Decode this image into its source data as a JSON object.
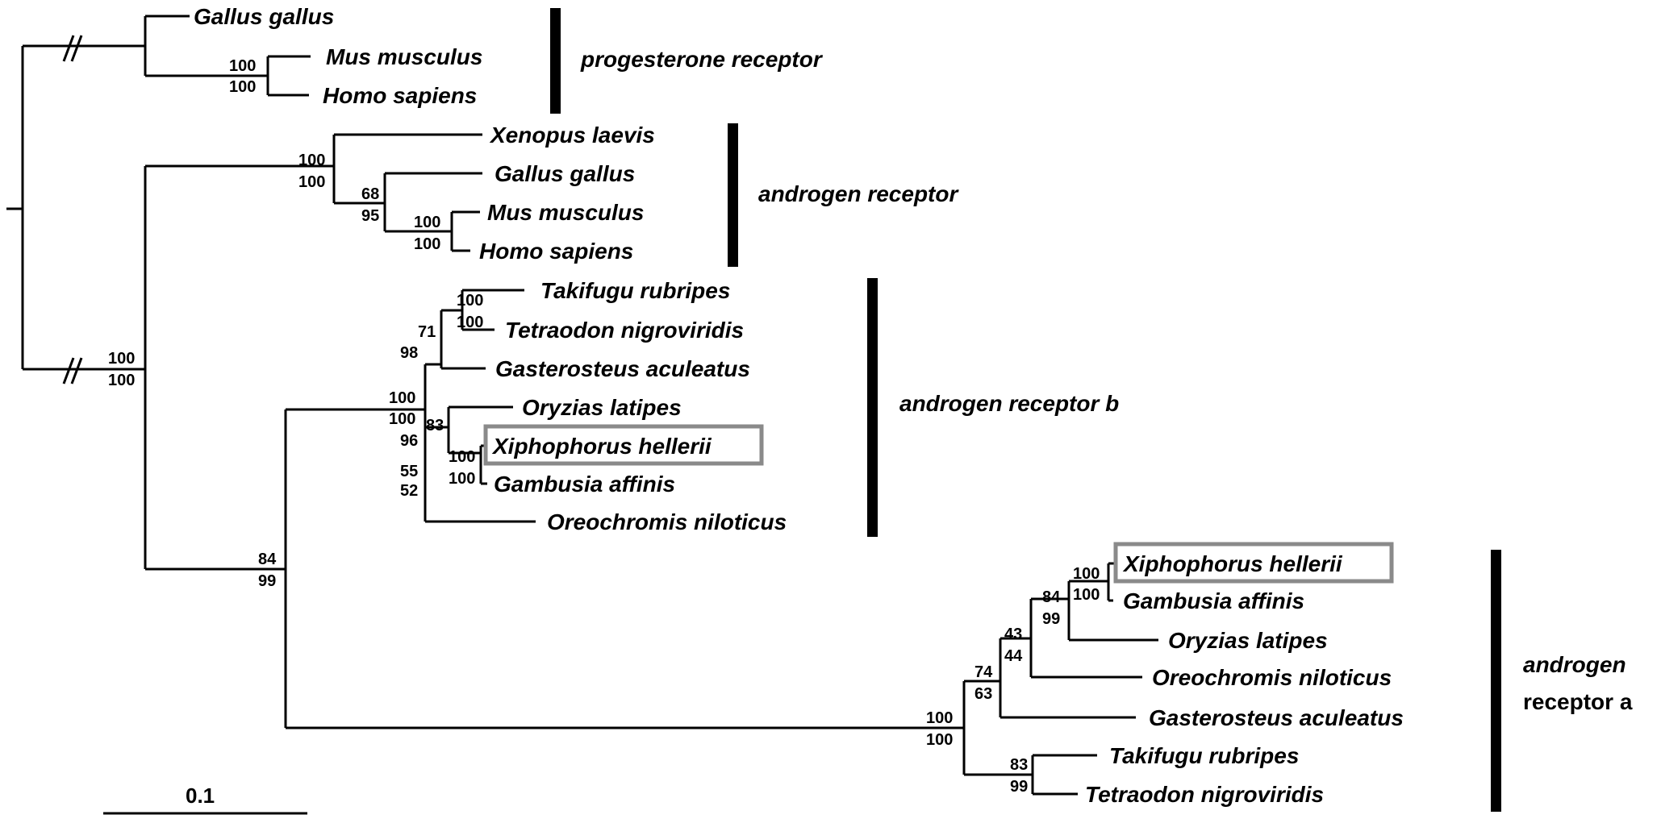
{
  "colors": {
    "line": "#000000",
    "highlight_box": "#8a8a8a",
    "background": "#ffffff"
  },
  "scale_bar": {
    "label": "0.1"
  },
  "clades": {
    "pr": "progesterone receptor",
    "ar": "androgen receptor",
    "arb": "androgen receptor b",
    "ara_line1": "androgen",
    "ara_line2": "receptor a"
  },
  "taxa": {
    "pr_gallus": "Gallus gallus",
    "pr_mus": "Mus musculus",
    "pr_homo": "Homo sapiens",
    "ar_xenopus": "Xenopus laevis",
    "ar_gallus": "Gallus gallus",
    "ar_mus": "Mus musculus",
    "ar_homo": "Homo sapiens",
    "arb_takifugu": "Takifugu rubripes",
    "arb_tetraodon": "Tetraodon nigroviridis",
    "arb_gasterosteus": "Gasterosteus aculeatus",
    "arb_oryzias": "Oryzias latipes",
    "arb_xiphophorus": "Xiphophorus hellerii",
    "arb_gambusia": "Gambusia affinis",
    "arb_oreochromis": "Oreochromis niloticus",
    "ara_xiphophorus": "Xiphophorus hellerii",
    "ara_gambusia": "Gambusia affinis",
    "ara_oryzias": "Oryzias latipes",
    "ara_oreochromis": "Oreochromis niloticus",
    "ara_gasterosteus": "Gasterosteus aculeatus",
    "ara_takifugu": "Takifugu rubripes",
    "ara_tetraodon": "Tetraodon nigroviridis"
  },
  "support": {
    "pr_mus_homo_top": "100",
    "pr_mus_homo_bot": "100",
    "ar_top": "100",
    "ar_bot": "100",
    "ar_inner_top": "68",
    "ar_inner_bot": "95",
    "ar_mus_homo_top": "100",
    "ar_mus_homo_bot": "100",
    "ar_all_top": "100",
    "ar_all_bot": "100",
    "arb_fugu_tetra_top": "100",
    "arb_fugu_tetra_bot": "100",
    "arb_fugu_gaster_top": "71",
    "arb_fugu_gaster_bot": "98",
    "arb_root_top": "100",
    "arb_root_bot": "100",
    "arb_a": "83",
    "arb_b": "96",
    "arb_c": "55",
    "arb_d": "52",
    "arb_xipho_gamb_top": "100",
    "arb_xipho_gamb_bot": "100",
    "arab_top": "84",
    "arab_bot": "99",
    "ara_xipho_gamb_top": "100",
    "ara_xipho_gamb_bot": "100",
    "ara_84_top": "84",
    "ara_84_bot": "99",
    "ara_43_top": "43",
    "ara_43_bot": "44",
    "ara_74_top": "74",
    "ara_74_bot": "63",
    "ara_root_top": "100",
    "ara_root_bot": "100",
    "ara_fugu_tetra_top": "83",
    "ara_fugu_tetra_bot": "99"
  }
}
